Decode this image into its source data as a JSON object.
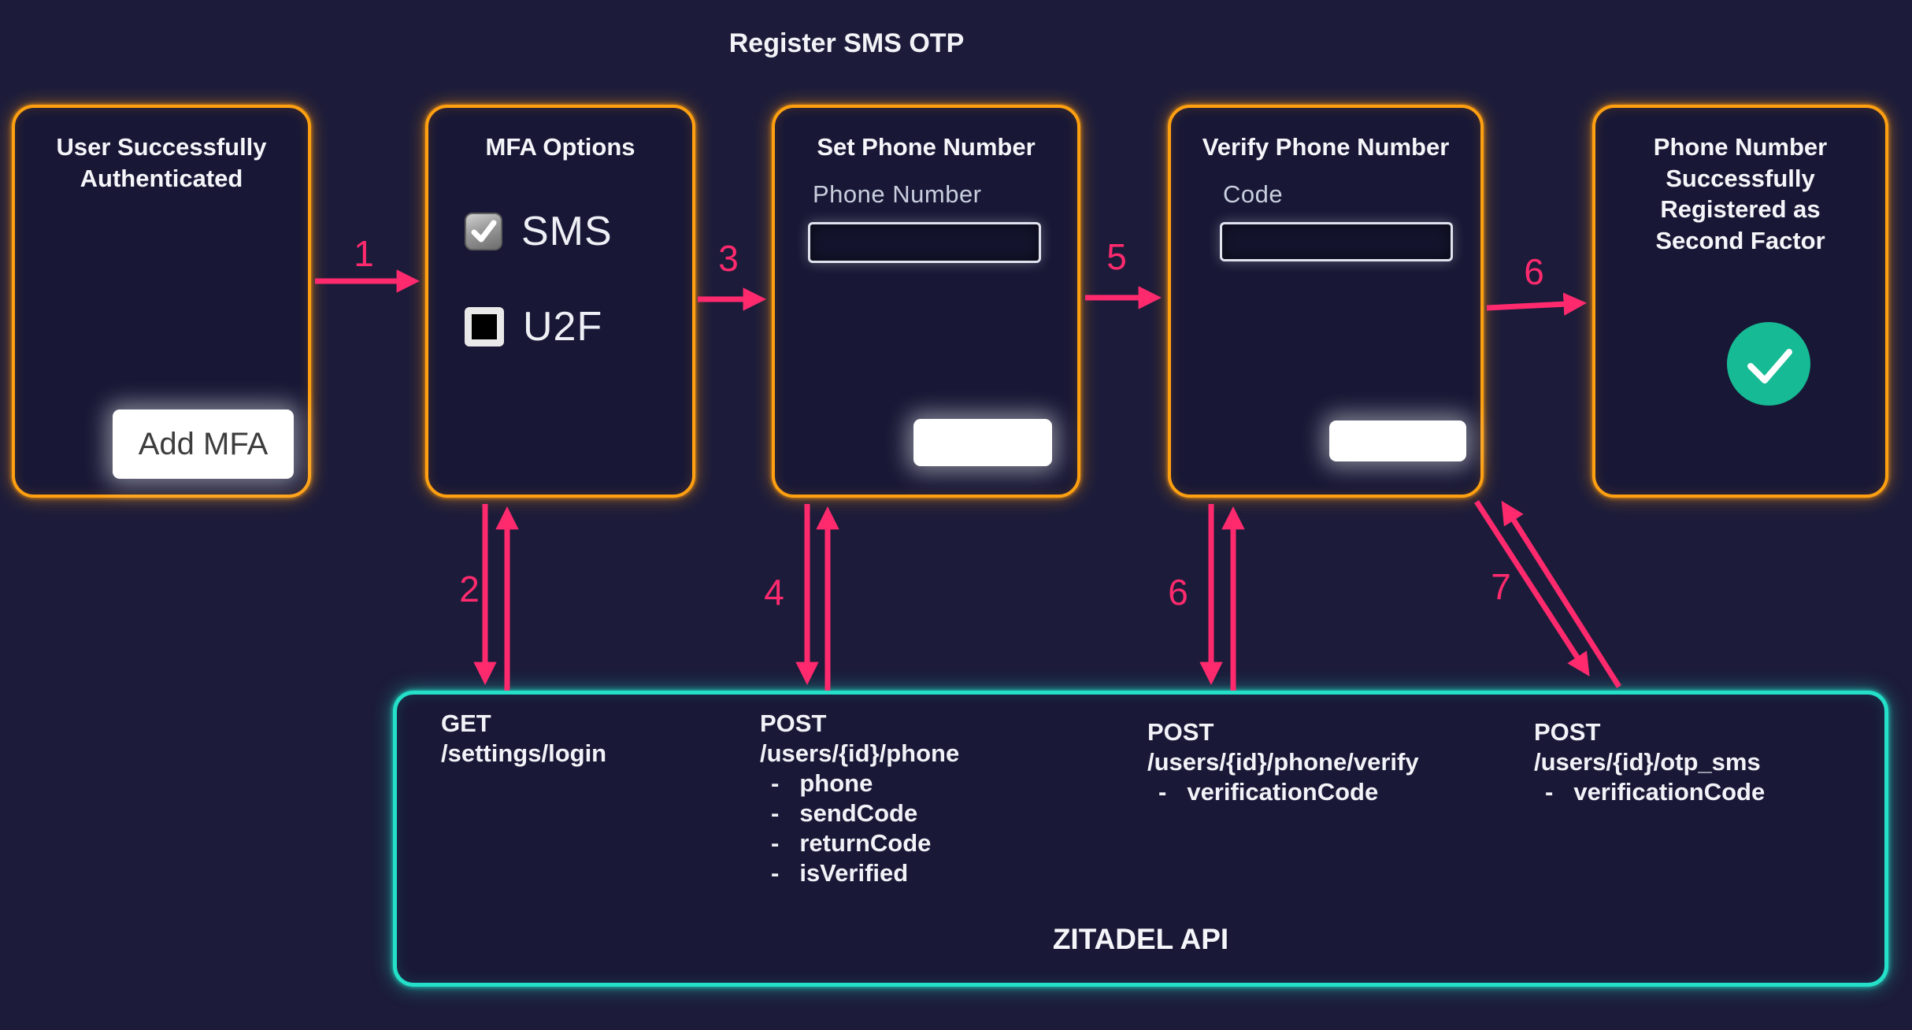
{
  "title": "Register SMS OTP",
  "colors": {
    "background": "#1c1c3a",
    "screen_border_orange": "#ffa011",
    "api_border_teal": "#24e0c8",
    "arrow_pink": "#ff2a6e",
    "success_green": "#16ba94",
    "button_white": "#ffffff"
  },
  "boxes": {
    "authenticated": {
      "title": "User Successfully Authenticated",
      "button_label": "Add MFA"
    },
    "mfa_options": {
      "title": "MFA Options",
      "options": [
        {
          "label": "SMS",
          "checked": true
        },
        {
          "label": "U2F",
          "checked": false
        }
      ]
    },
    "set_phone": {
      "title": "Set Phone Number",
      "field_label": "Phone Number",
      "field_value": "",
      "button_label": ""
    },
    "verify_phone": {
      "title": "Verify Phone Number",
      "field_label": "Code",
      "field_value": "",
      "button_label": ""
    },
    "registered": {
      "title": "Phone Number Successfully Registered as Second Factor",
      "icon": "success-check-icon"
    }
  },
  "api": {
    "title": "ZITADEL API",
    "endpoints": [
      {
        "method": "GET",
        "path": "/settings/login",
        "params": []
      },
      {
        "method": "POST",
        "path": "/users/{id}/phone",
        "params": [
          "phone",
          "sendCode",
          "returnCode",
          "isVerified"
        ]
      },
      {
        "method": "POST",
        "path": "/users/{id}/phone/verify",
        "params": [
          "verificationCode"
        ]
      },
      {
        "method": "POST",
        "path": "/users/{id}/otp_sms",
        "params": [
          "verificationCode"
        ]
      }
    ]
  },
  "steps": {
    "s1": "1",
    "s2": "2",
    "s3": "3",
    "s4": "4",
    "s5": "5",
    "s6a": "6",
    "s6b": "6",
    "s7": "7"
  }
}
